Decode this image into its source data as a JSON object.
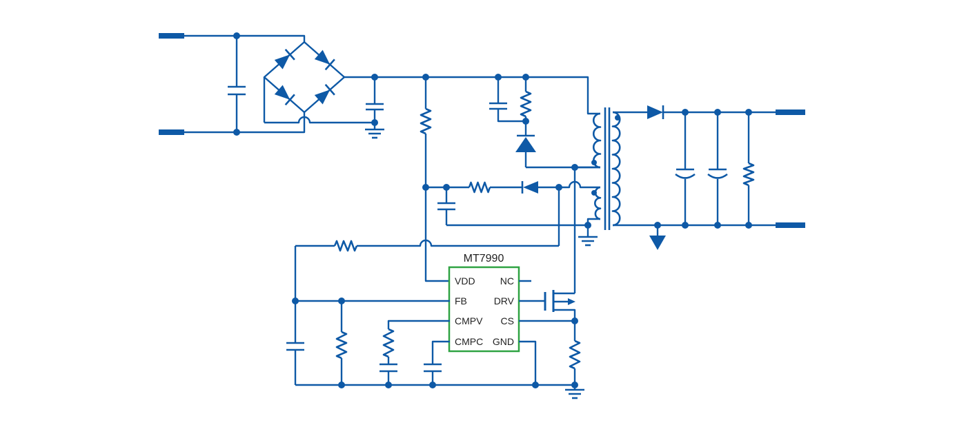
{
  "ic": {
    "title": "MT7990",
    "left_pins": [
      "VDD",
      "FB",
      "CMPV",
      "CMPC"
    ],
    "right_pins": [
      "NC",
      "DRV",
      "CS",
      "GND"
    ]
  },
  "colors": {
    "wire": "#0E59A6",
    "ic_border": "#2FA342",
    "label_text": "#222222",
    "background": "#FFFFFF"
  }
}
